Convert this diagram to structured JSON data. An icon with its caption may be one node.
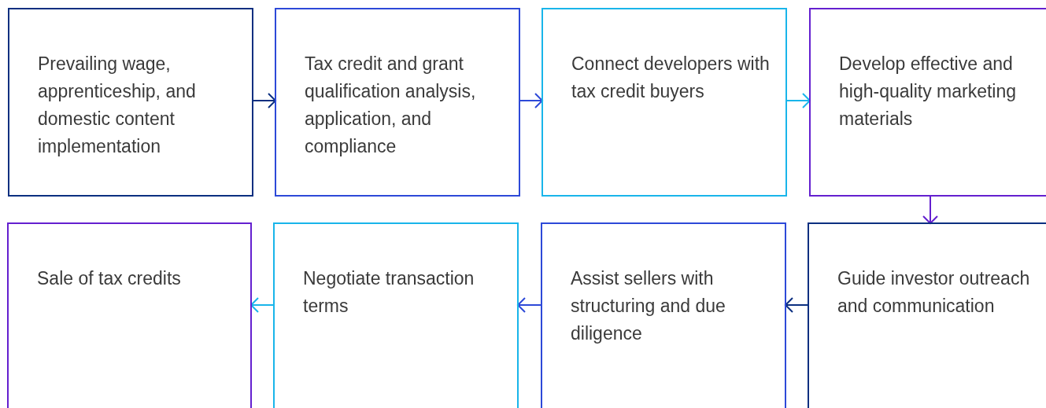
{
  "diagram": {
    "nodes": [
      {
        "text": [
          "Prevailing wage, apprenticeship, and domestic content implementation"
        ]
      },
      {
        "text": [
          "Tax credit and grant qualification analysis, application, and compliance"
        ]
      },
      {
        "text": [
          "Connect developers with tax credit buyers"
        ]
      },
      {
        "text": [
          "Develop effective and high-quality marketing materials"
        ]
      },
      {
        "text": [
          "Sale of tax credits"
        ]
      },
      {
        "text": [
          "Negotiate transaction terms"
        ]
      },
      {
        "text": [
          "Assist sellers with structuring and due diligence"
        ]
      },
      {
        "text": [
          "Guide investor outreach and communication"
        ]
      }
    ],
    "edges": [
      {
        "from": 0,
        "to": 1,
        "arrow": "to",
        "color": "#0b2f80"
      },
      {
        "from": 1,
        "to": 2,
        "arrow": "to",
        "color": "#2d49d8"
      },
      {
        "from": 2,
        "to": 3,
        "arrow": "to",
        "color": "#19b5ea"
      },
      {
        "from": 3,
        "to": 7,
        "arrow": "to",
        "color": "#6420cf"
      },
      {
        "from": 7,
        "to": 6,
        "arrow": "to",
        "color": "#0b2f80"
      },
      {
        "from": 6,
        "to": 5,
        "arrow": "to",
        "color": "#2d49d8"
      },
      {
        "from": 5,
        "to": 4,
        "arrow": "to",
        "color": "#19b5ea"
      }
    ]
  }
}
